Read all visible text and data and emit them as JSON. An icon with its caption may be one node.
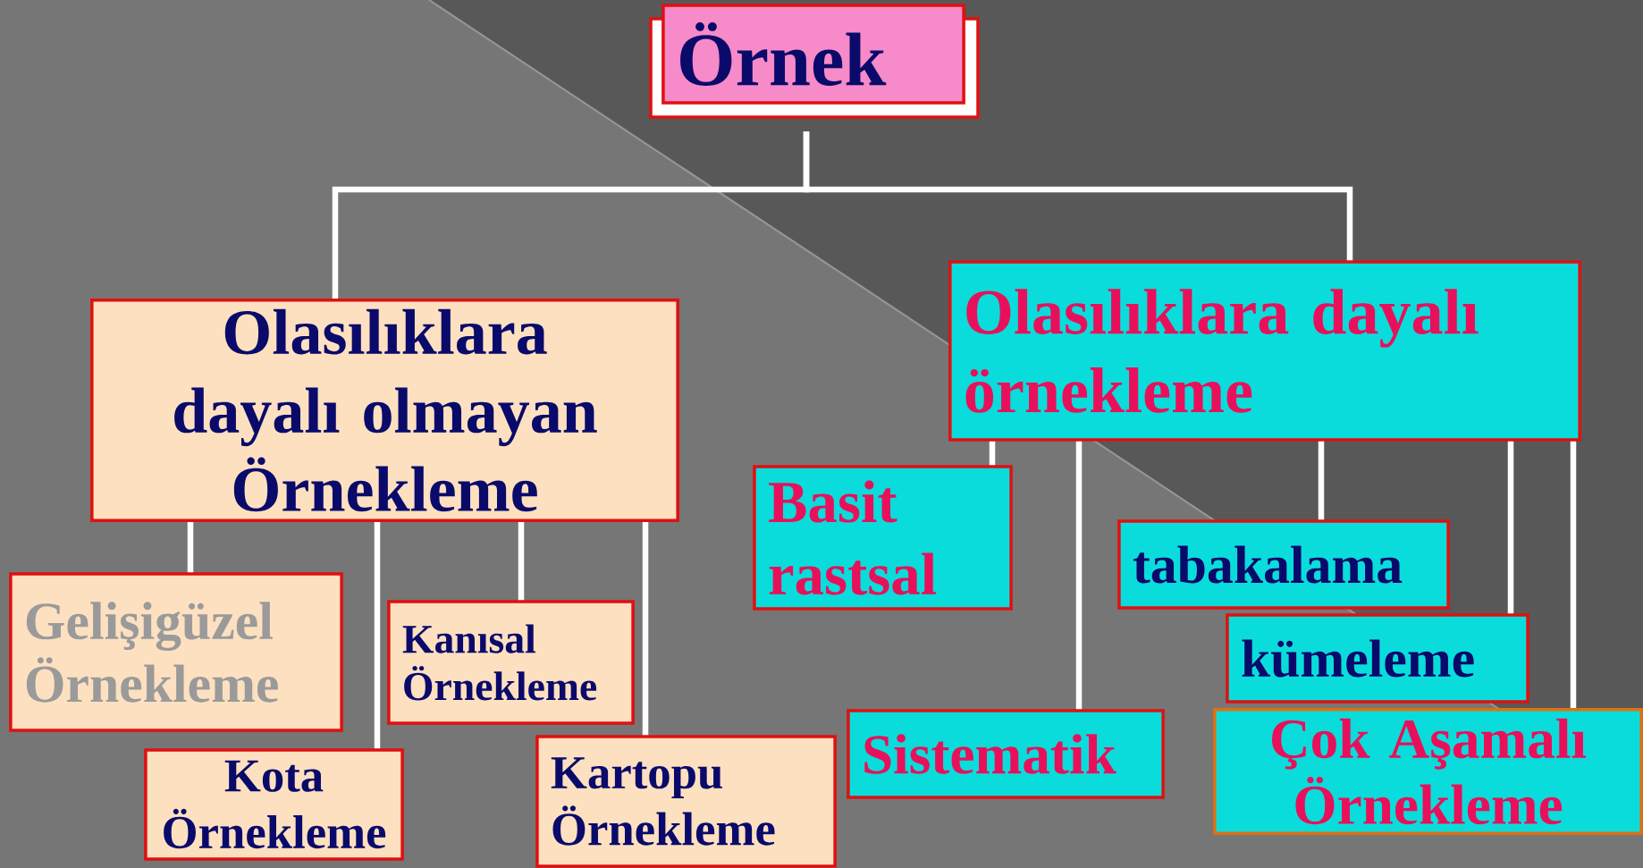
{
  "diagram": {
    "nodes": [
      {
        "text": [
          "Örnek"
        ]
      },
      {
        "text": [
          "Olasılıklara dayalı olmayan Örnekleme"
        ]
      },
      {
        "text": [
          "Olasılıklara dayalı örnekleme"
        ]
      },
      {
        "text": [
          "Gelişigüzel Örnekleme"
        ]
      },
      {
        "text": [
          "Kota Örnekleme"
        ]
      },
      {
        "text": [
          "Kanısal Örnekleme"
        ]
      },
      {
        "text": [
          "Kartopu Örnekleme"
        ]
      },
      {
        "text": [
          "Basit rastsal"
        ]
      },
      {
        "text": [
          "Sistematik"
        ]
      },
      {
        "text": [
          "tabakalama"
        ]
      },
      {
        "text": [
          "kümeleme"
        ]
      },
      {
        "text": [
          "Çok Aşamalı Örnekleme"
        ]
      }
    ],
    "edges": [
      {
        "from": 0,
        "to": 1,
        "arrow": "none"
      },
      {
        "from": 0,
        "to": 2,
        "arrow": "none"
      },
      {
        "from": 1,
        "to": 3,
        "arrow": "none"
      },
      {
        "from": 1,
        "to": 4,
        "arrow": "none"
      },
      {
        "from": 1,
        "to": 5,
        "arrow": "none"
      },
      {
        "from": 1,
        "to": 6,
        "arrow": "none"
      },
      {
        "from": 2,
        "to": 7,
        "arrow": "none"
      },
      {
        "from": 2,
        "to": 8,
        "arrow": "none"
      },
      {
        "from": 2,
        "to": 9,
        "arrow": "none"
      },
      {
        "from": 2,
        "to": 10,
        "arrow": "none"
      },
      {
        "from": 2,
        "to": 11,
        "arrow": "none"
      }
    ]
  }
}
